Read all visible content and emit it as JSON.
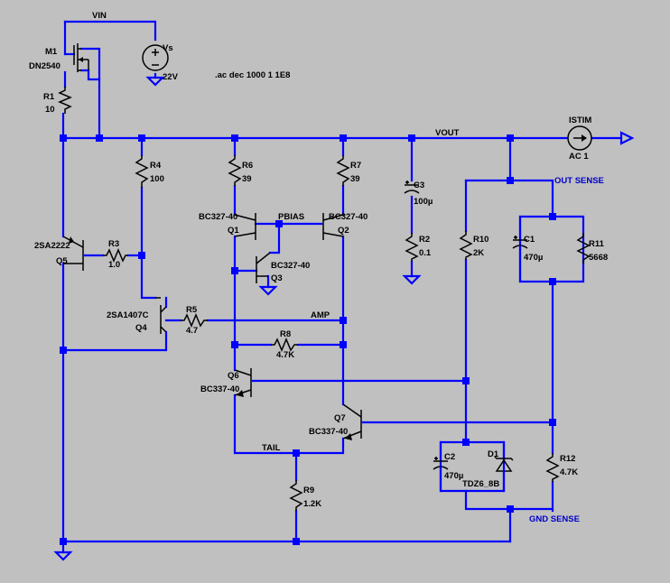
{
  "directive": ".ac dec 1000 1 1E8",
  "nets": {
    "vin": "VIN",
    "vout": "VOUT",
    "pbias": "PBIAS",
    "amp": "AMP",
    "tail": "TAIL",
    "out_sense": "OUT SENSE",
    "gnd_sense": "GND SENSE"
  },
  "components": {
    "m1": {
      "ref": "M1",
      "value": "DN2540"
    },
    "vs": {
      "ref": "Vs",
      "value": "22V"
    },
    "r1": {
      "ref": "R1",
      "value": "10"
    },
    "r2": {
      "ref": "R2",
      "value": "0.1"
    },
    "r3": {
      "ref": "R3",
      "value": "1.0"
    },
    "r4": {
      "ref": "R4",
      "value": "100"
    },
    "r5": {
      "ref": "R5",
      "value": "4.7"
    },
    "r6": {
      "ref": "R6",
      "value": "39"
    },
    "r7": {
      "ref": "R7",
      "value": "39"
    },
    "r8": {
      "ref": "R8",
      "value": "4.7K"
    },
    "r9": {
      "ref": "R9",
      "value": "1.2K"
    },
    "r10": {
      "ref": "R10",
      "value": "2K"
    },
    "r11": {
      "ref": "R11",
      "value": "5668"
    },
    "r12": {
      "ref": "R12",
      "value": "4.7K"
    },
    "c1": {
      "ref": "C1",
      "value": "470µ"
    },
    "c2": {
      "ref": "C2",
      "value": "470µ"
    },
    "c3": {
      "ref": "C3",
      "value": "100µ"
    },
    "d1": {
      "ref": "D1",
      "value": "TDZ6_8B"
    },
    "q1": {
      "ref": "Q1",
      "value": "BC327-40"
    },
    "q2": {
      "ref": "Q2",
      "value": "BC327-40"
    },
    "q3": {
      "ref": "Q3",
      "value": "BC327-40"
    },
    "q4": {
      "ref": "Q4",
      "value": "2SA1407C"
    },
    "q5": {
      "ref": "Q5",
      "value": "2SA2222"
    },
    "q6": {
      "ref": "Q6",
      "value": "BC337-40"
    },
    "q7": {
      "ref": "Q7",
      "value": "BC337-40"
    },
    "istim": {
      "ref": "ISTIM",
      "value": "AC 1"
    }
  },
  "colors": {
    "background": "#c0c0c0",
    "wire": "#0000ff",
    "component": "#000000",
    "sense_label": "#0000cc"
  }
}
